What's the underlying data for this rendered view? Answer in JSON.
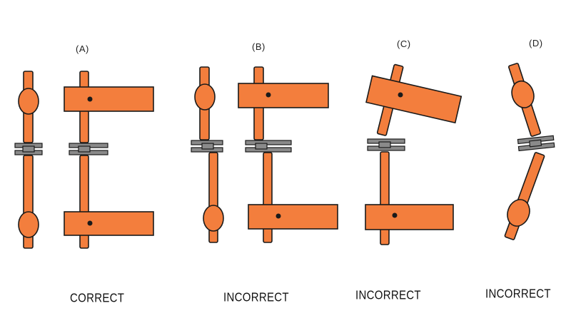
{
  "colors": {
    "part": "#f37e3d",
    "outline": "#1a1a1a",
    "washer": "#8a8a8a",
    "background": "#ffffff"
  },
  "panels": [
    {
      "letter": "(A)",
      "verdict": "CORRECT"
    },
    {
      "letter": "(B)",
      "verdict": "INCORRECT"
    },
    {
      "letter": "(C)",
      "verdict": "INCORRECT"
    },
    {
      "letter": "(D)",
      "verdict": "INCORRECT"
    }
  ]
}
